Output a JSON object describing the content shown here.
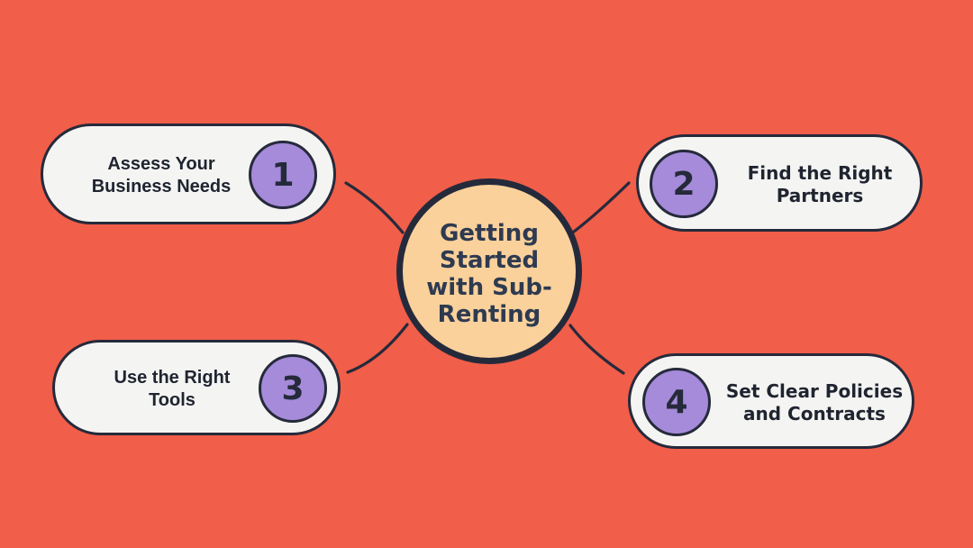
{
  "diagram": {
    "center": {
      "lines": [
        "Getting",
        "Started",
        "with Sub-",
        "Renting"
      ]
    },
    "items": [
      {
        "number": "1",
        "lines": [
          "Assess Your",
          "Business Needs"
        ]
      },
      {
        "number": "2",
        "lines": [
          "Find the Right",
          "Partners"
        ]
      },
      {
        "number": "3",
        "lines": [
          "Use the Right",
          "Tools"
        ]
      },
      {
        "number": "4",
        "lines": [
          "Set Clear Policies",
          "and Contracts"
        ]
      }
    ]
  },
  "colors": {
    "bg": "#F15E49",
    "outline": "#252A3B",
    "center-fill": "#FAD19B",
    "center-text": "#2E3A50",
    "purple": "#A58BD9",
    "pill-fill": "#F4F4F2",
    "pill-text": "#1F2430"
  }
}
